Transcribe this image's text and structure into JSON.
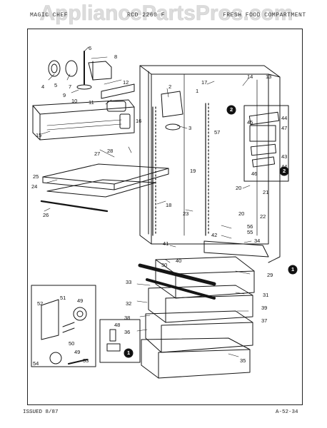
{
  "watermark": {
    "text": "AppliancePartsPros.com"
  },
  "header": {
    "left": "MAGIC CHEF",
    "middle": "RCD 2260 F",
    "right": "FRESH FOOD COMPARTMENT"
  },
  "footer": {
    "issued": "ISSUED 8/87",
    "code": "A-52-34"
  },
  "callouts": [
    {
      "id": "c4",
      "label": "4"
    },
    {
      "id": "c5",
      "label": "5"
    },
    {
      "id": "c7",
      "label": "7"
    },
    {
      "id": "c6",
      "label": "6"
    },
    {
      "id": "c8",
      "label": "8"
    },
    {
      "id": "c9",
      "label": "9"
    },
    {
      "id": "c10",
      "label": "10"
    },
    {
      "id": "c11",
      "label": "11"
    },
    {
      "id": "c12",
      "label": "12"
    },
    {
      "id": "c15",
      "label": "15"
    },
    {
      "id": "c16",
      "label": "16"
    },
    {
      "id": "c2",
      "label": "2"
    },
    {
      "id": "c3",
      "label": "3"
    },
    {
      "id": "c1",
      "label": "1"
    },
    {
      "id": "c17",
      "label": "17"
    },
    {
      "id": "c14",
      "label": "14"
    },
    {
      "id": "c13",
      "label": "13"
    },
    {
      "id": "c44a",
      "label": "44"
    },
    {
      "id": "c45",
      "label": "45"
    },
    {
      "id": "c47",
      "label": "47"
    },
    {
      "id": "c57",
      "label": "57"
    },
    {
      "id": "c43",
      "label": "43"
    },
    {
      "id": "c44b",
      "label": "44"
    },
    {
      "id": "c46",
      "label": "46"
    },
    {
      "id": "c27",
      "label": "27"
    },
    {
      "id": "c28",
      "label": "28"
    },
    {
      "id": "c19",
      "label": "19"
    },
    {
      "id": "c25",
      "label": "25"
    },
    {
      "id": "c24",
      "label": "24"
    },
    {
      "id": "c20a",
      "label": "20"
    },
    {
      "id": "c21",
      "label": "21"
    },
    {
      "id": "c26",
      "label": "26"
    },
    {
      "id": "c18",
      "label": "18"
    },
    {
      "id": "c23",
      "label": "23"
    },
    {
      "id": "c20b",
      "label": "20"
    },
    {
      "id": "c22",
      "label": "22"
    },
    {
      "id": "c56",
      "label": "56"
    },
    {
      "id": "c55",
      "label": "55"
    },
    {
      "id": "c42",
      "label": "42"
    },
    {
      "id": "c34",
      "label": "34"
    },
    {
      "id": "c41",
      "label": "41"
    },
    {
      "id": "c40",
      "label": "40"
    },
    {
      "id": "c30",
      "label": "30"
    },
    {
      "id": "c29",
      "label": "29"
    },
    {
      "id": "c33",
      "label": "33"
    },
    {
      "id": "c31",
      "label": "31"
    },
    {
      "id": "c32",
      "label": "32"
    },
    {
      "id": "c39",
      "label": "39"
    },
    {
      "id": "c38",
      "label": "38"
    },
    {
      "id": "c37",
      "label": "37"
    },
    {
      "id": "c36",
      "label": "36"
    },
    {
      "id": "c35",
      "label": "35"
    },
    {
      "id": "c52",
      "label": "52"
    },
    {
      "id": "c51",
      "label": "51"
    },
    {
      "id": "c49a",
      "label": "49"
    },
    {
      "id": "c50",
      "label": "50"
    },
    {
      "id": "c49b",
      "label": "49"
    },
    {
      "id": "c48",
      "label": "48"
    },
    {
      "id": "c54",
      "label": "54"
    },
    {
      "id": "c53",
      "label": "53"
    }
  ],
  "markers": [
    {
      "id": "m2",
      "label": "2"
    },
    {
      "id": "m1a",
      "label": "1"
    },
    {
      "id": "m1b",
      "label": "1"
    }
  ],
  "colors": {
    "ink": "#111111",
    "paper": "#ffffff",
    "watermark": "#d8d8d8"
  }
}
